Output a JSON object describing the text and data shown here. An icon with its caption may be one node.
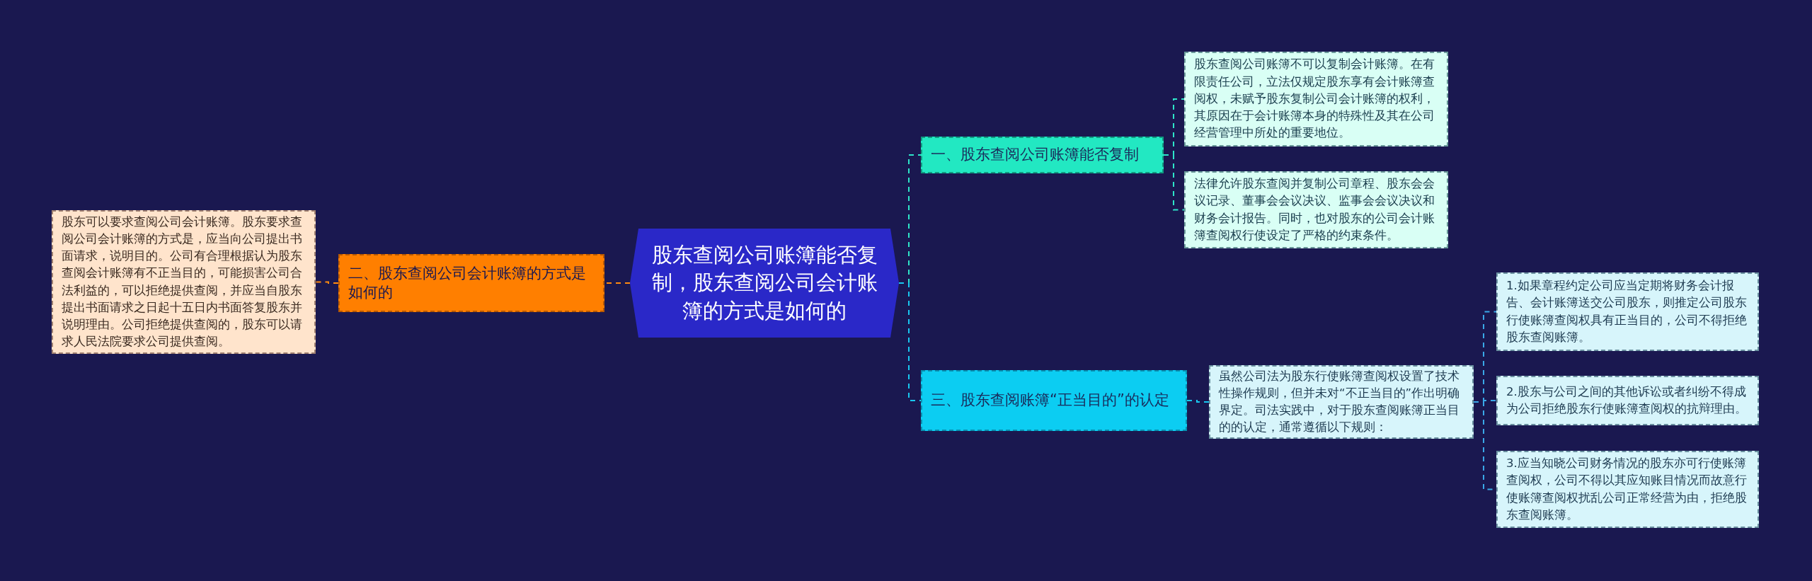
{
  "diagram": {
    "nodes": [
      {
        "text": [
          "股东查阅公司账簿能否复制，股东查阅公司会计账簿的方式是如何的"
        ]
      },
      {
        "text": [
          "一、股东查阅公司账簿能否复制"
        ]
      },
      {
        "text": [
          "股东查阅公司账簿不可以复制会计账簿。在有限责任公司，立法仅规定股东享有会计账簿查阅权，未赋予股东复制公司会计账簿的权利，其原因在于会计账簿本身的特殊性及其在公司经营管理中所处的重要地位。"
        ]
      },
      {
        "text": [
          "法律允许股东查阅并复制公司章程、股东会会议记录、董事会会议决议、监事会会议决议和财务会计报告。同时，也对股东的公司会计账簿查阅权行使设定了严格的约束条件。"
        ]
      },
      {
        "text": [
          "三、股东查阅账簿“正当目的”的认定"
        ]
      },
      {
        "text": [
          "虽然公司法为股东行使账簿查阅权设置了技术性操作规则，但并未对“不正当目的”作出明确界定。司法实践中，对于股东查阅账簿正当目的的认定，通常遵循以下规则："
        ]
      },
      {
        "text": [
          "1.如果章程约定公司应当定期将财务会计报告、会计账簿送交公司股东，则推定公司股东行使账簿查阅权具有正当目的，公司不得拒绝股东查阅账簿。"
        ]
      },
      {
        "text": [
          "2.股东与公司之间的其他诉讼或者纠纷不得成为公司拒绝股东行使账簿查阅权的抗辩理由。"
        ]
      },
      {
        "text": [
          "3.应当知晓公司财务情况的股东亦可行使账簿查阅权，公司不得以其应知账目情况而故意行使账簿查阅权扰乱公司正常经营为由，拒绝股东查阅账簿。"
        ]
      },
      {
        "text": [
          "二、股东查阅公司会计账簿的方式是如何的"
        ]
      },
      {
        "text": [
          "股东可以要求查阅公司会计账簿。股东要求查阅公司会计账簿的方式是，应当向公司提出书面请求，说明目的。公司有合理根据认为股东查阅会计账簿有不正当目的，可能损害公司合法利益的，可以拒绝提供查阅，并应当自股东提出书面请求之日起十五日内书面答复股东并说明理由。公司拒绝提供查阅的，股东可以请求人民法院要求公司提供查阅。"
        ]
      }
    ],
    "edges": [
      {
        "from": 0,
        "to": 1,
        "arrow": "none",
        "style": "dashed",
        "color": "#2ee6c8"
      },
      {
        "from": 0,
        "to": 4,
        "arrow": "none",
        "style": "dashed",
        "color": "#18c8f0"
      },
      {
        "from": 1,
        "to": 2,
        "arrow": "none",
        "style": "dashed",
        "color": "#2ee6c8"
      },
      {
        "from": 1,
        "to": 3,
        "arrow": "none",
        "style": "dashed",
        "color": "#2ee6c8"
      },
      {
        "from": 4,
        "to": 5,
        "arrow": "none",
        "style": "dashed",
        "color": "#18c8f0"
      },
      {
        "from": 5,
        "to": 6,
        "arrow": "none",
        "style": "dashed",
        "color": "#3aa8e8"
      },
      {
        "from": 5,
        "to": 7,
        "arrow": "none",
        "style": "dashed",
        "color": "#3aa8e8"
      },
      {
        "from": 5,
        "to": 8,
        "arrow": "none",
        "style": "dashed",
        "color": "#3aa8e8"
      },
      {
        "from": 0,
        "to": 9,
        "arrow": "none",
        "style": "dashed",
        "color": "#ff8a10"
      },
      {
        "from": 9,
        "to": 10,
        "arrow": "none",
        "style": "dashed",
        "color": "#ff8a10"
      }
    ]
  }
}
